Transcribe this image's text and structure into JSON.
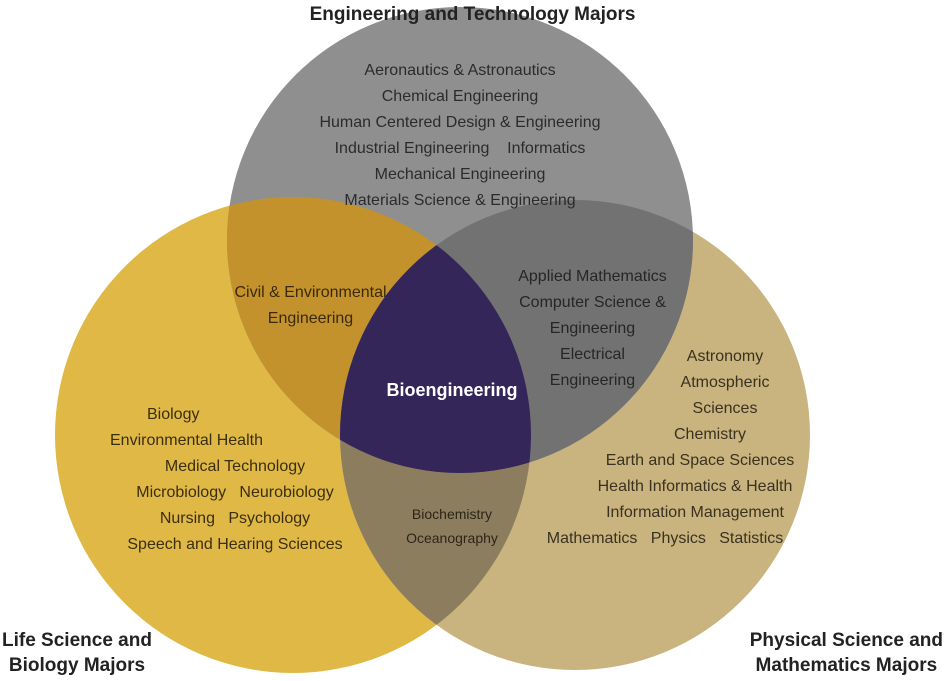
{
  "titles": {
    "engineering": "Engineering and Technology Majors",
    "life_line1": "Life Science and",
    "life_line2": "Biology Majors",
    "physical_line1": "Physical Science and",
    "physical_line2": "Mathematics Majors"
  },
  "center": "Bioengineering",
  "regions": {
    "engineering_only": [
      "Aeronautics & Astronautics",
      "Chemical Engineering",
      "Human Centered Design & Engineering",
      "Industrial Engineering    Informatics",
      "Mechanical Engineering",
      "Materials Science & Engineering"
    ],
    "engineering_life": [
      "Civil & Environmental",
      "Engineering"
    ],
    "engineering_physical": [
      "Applied Mathematics",
      "Computer Science &",
      "Engineering",
      "Electrical",
      "Engineering"
    ],
    "life_only": [
      "Biology",
      "Environmental Health",
      "Medical Technology",
      "Microbiology   Neurobiology",
      "Nursing   Psychology",
      "Speech and Hearing Sciences"
    ],
    "life_physical": [
      "Biochemistry",
      "Oceanography"
    ],
    "physical_only": [
      "Astronomy",
      "Atmospheric",
      "Sciences",
      "Chemistry",
      "Earth and Space Sciences",
      "Health Informatics & Health",
      "Information Management",
      "Mathematics   Physics   Statistics"
    ]
  },
  "colors": {
    "engineering": "#8f8f8f",
    "life": "#e0b845",
    "physical": "#c9b37e",
    "center": "#35265a"
  }
}
